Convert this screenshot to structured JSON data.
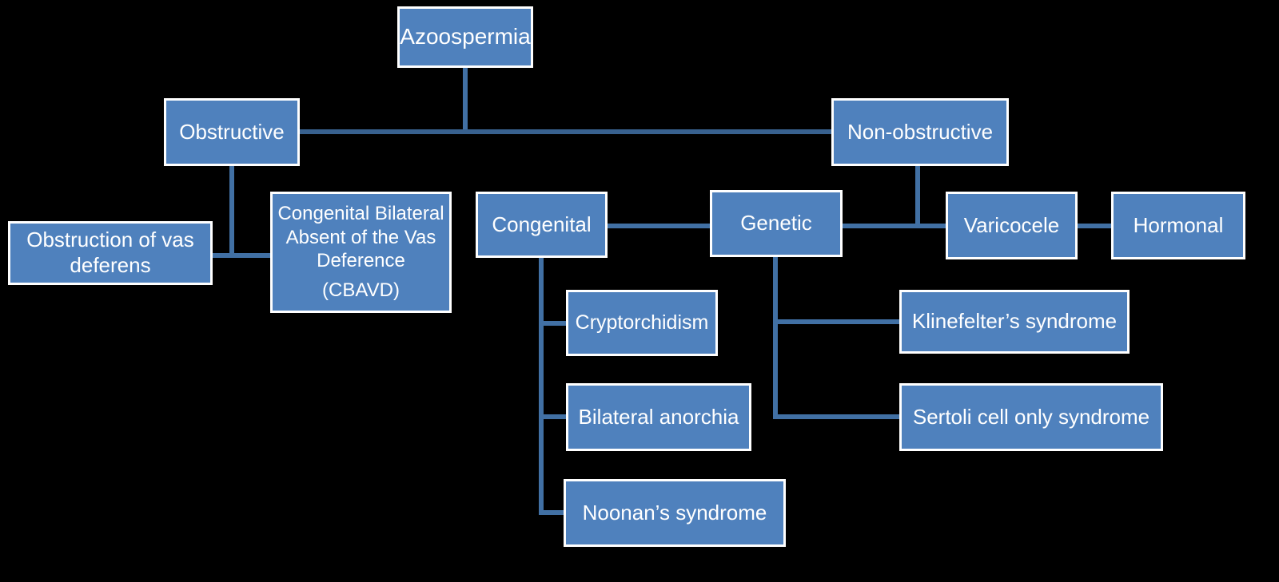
{
  "diagram": {
    "type": "hierarchy-flowchart",
    "topic": "Azoospermia classification",
    "background_color": "#000000",
    "box_fill_color": "#4F81BD",
    "box_border_color": "#FFFFFF",
    "text_color": "#FFFFFF",
    "connector_color": "#4170A4",
    "nodes": [
      {
        "id": "azoospermia",
        "label": "Azoospermia"
      },
      {
        "id": "obstructive",
        "label": "Obstructive"
      },
      {
        "id": "non-obstructive",
        "label": "Non-obstructive"
      },
      {
        "id": "obstruction-vas",
        "label": "Obstruction of vas deferens"
      },
      {
        "id": "cbavd",
        "label": "Congenital Bilateral Absent of the Vas Deference",
        "sub_label": "(CBAVD)"
      },
      {
        "id": "congenital",
        "label": "Congenital"
      },
      {
        "id": "genetic",
        "label": "Genetic"
      },
      {
        "id": "varicocele",
        "label": "Varicocele"
      },
      {
        "id": "hormonal",
        "label": "Hormonal"
      },
      {
        "id": "cryptorchidism",
        "label": "Cryptorchidism"
      },
      {
        "id": "bilateral-anorchia",
        "label": "Bilateral anorchia"
      },
      {
        "id": "noonans-syndrome",
        "label": "Noonan’s syndrome"
      },
      {
        "id": "klinefelters-syndrome",
        "label": "Klinefelter’s syndrome"
      },
      {
        "id": "sertoli-cell-only",
        "label": "Sertoli cell only syndrome"
      }
    ],
    "edges": [
      {
        "from": "azoospermia",
        "to": "obstructive"
      },
      {
        "from": "azoospermia",
        "to": "non-obstructive"
      },
      {
        "from": "obstructive",
        "to": "obstruction-vas"
      },
      {
        "from": "obstructive",
        "to": "cbavd"
      },
      {
        "from": "congenital",
        "to": "genetic"
      },
      {
        "from": "genetic",
        "to": "varicocele"
      },
      {
        "from": "non-obstructive",
        "to": "varicocele"
      },
      {
        "from": "varicocele",
        "to": "hormonal"
      },
      {
        "from": "congenital",
        "to": "cryptorchidism"
      },
      {
        "from": "congenital",
        "to": "bilateral-anorchia"
      },
      {
        "from": "congenital",
        "to": "noonans-syndrome"
      },
      {
        "from": "genetic",
        "to": "klinefelters-syndrome"
      },
      {
        "from": "genetic",
        "to": "sertoli-cell-only"
      }
    ]
  }
}
